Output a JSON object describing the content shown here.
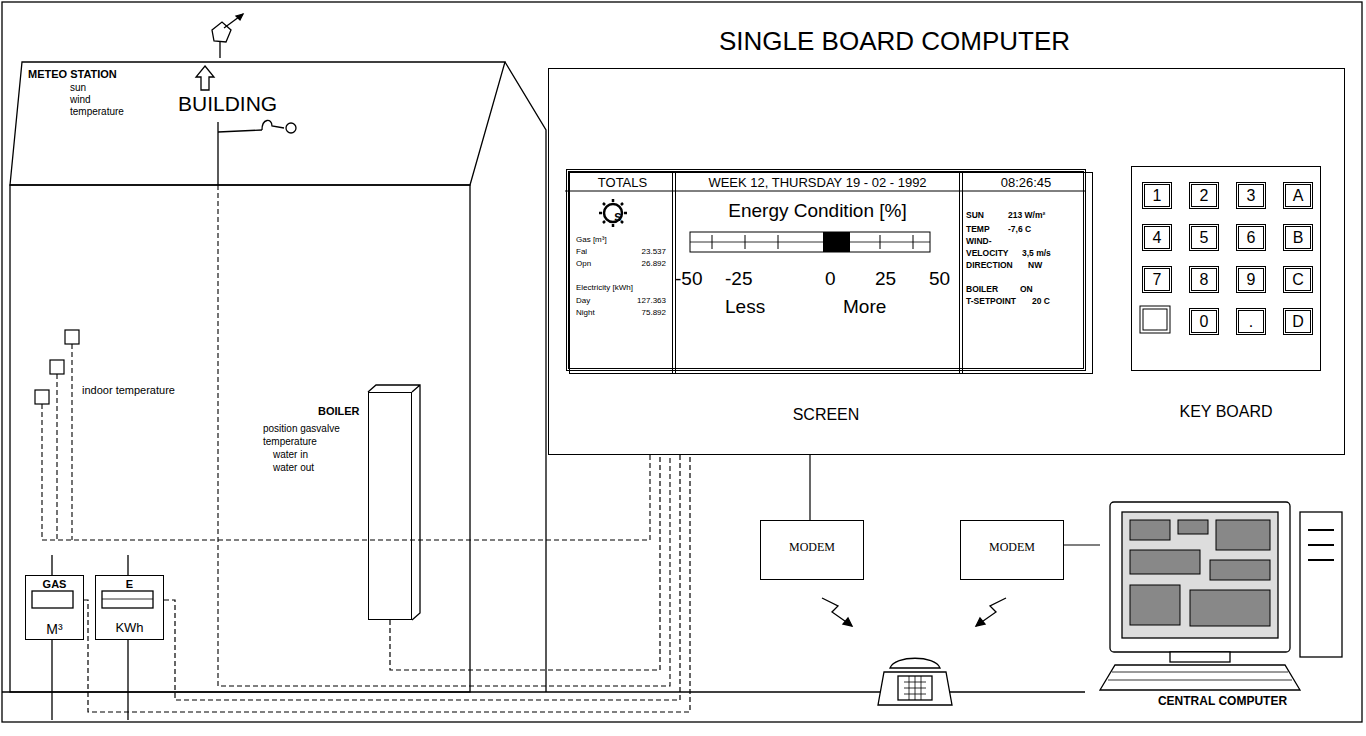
{
  "diagram": {
    "nodes": [
      {
        "text": [
          "SINGLE BOARD COMPUTER"
        ]
      },
      {
        "text": [
          "SCREEN"
        ],
        "in": 0
      },
      {
        "text": [
          "TOTALS",
          "S",
          "Gas [m³]",
          "Fal",
          "23.537",
          "Opn",
          "26.892",
          "Electricity [kWh]",
          "Day",
          "127.363",
          "Night",
          "75.892"
        ],
        "in": 1
      },
      {
        "text": [
          "WEEK 12, THURSDAY 19 - 02 - 1992",
          "Energy Condition [%]",
          "-50",
          "-25",
          "0",
          "25",
          "50",
          "Less",
          "More"
        ],
        "in": 1
      },
      {
        "text": [
          "08:26:45",
          "SUN",
          "213 W/m²",
          "TEMP",
          "-7,6 C",
          "WIND-",
          "VELOCITY",
          "3,5 m/s",
          "DIRECTION",
          "NW",
          "BOILER",
          "ON",
          "T-SETPOINT",
          "20 C"
        ],
        "in": 1
      },
      {
        "text": [
          "KEY BOARD"
        ],
        "in": 0
      },
      {
        "text": [
          "1"
        ],
        "in": 5
      },
      {
        "text": [
          "2"
        ],
        "in": 5
      },
      {
        "text": [
          "3"
        ],
        "in": 5
      },
      {
        "text": [
          "A"
        ],
        "in": 5
      },
      {
        "text": [
          "4"
        ],
        "in": 5
      },
      {
        "text": [
          "5"
        ],
        "in": 5
      },
      {
        "text": [
          "6"
        ],
        "in": 5
      },
      {
        "text": [
          "B"
        ],
        "in": 5
      },
      {
        "text": [
          "7"
        ],
        "in": 5
      },
      {
        "text": [
          "8"
        ],
        "in": 5
      },
      {
        "text": [
          "9"
        ],
        "in": 5
      },
      {
        "text": [
          "C"
        ],
        "in": 5
      },
      {
        "text": [
          "0"
        ],
        "in": 5
      },
      {
        "text": [
          "."
        ],
        "in": 5
      },
      {
        "text": [
          "D"
        ],
        "in": 5
      },
      {
        "text": [
          "BUILDING"
        ]
      },
      {
        "text": [
          "GAS",
          "M³"
        ],
        "in": 21
      },
      {
        "text": [
          "E",
          "KWh"
        ],
        "in": 21
      },
      {
        "text": [
          "BOILER",
          "position gasvalve",
          "temperature",
          "water in",
          "water out"
        ],
        "in": 21
      },
      {
        "text": [
          "MODEM"
        ]
      },
      {
        "text": [
          "MODEM"
        ]
      },
      {
        "text": [
          "CENTRAL COMPUTER"
        ]
      }
    ],
    "edges": [
      {
        "from": 22,
        "to": 0,
        "arrow": "none"
      },
      {
        "from": 23,
        "to": 0,
        "arrow": "none"
      },
      {
        "from": 24,
        "to": 0,
        "arrow": "none"
      },
      {
        "from": 0,
        "to": 25,
        "arrow": "none"
      },
      {
        "from": 26,
        "to": 27,
        "arrow": "none"
      }
    ],
    "labels": [
      "METEO STATION",
      "sun",
      "wind",
      "temperature",
      "indoor temperature"
    ]
  }
}
